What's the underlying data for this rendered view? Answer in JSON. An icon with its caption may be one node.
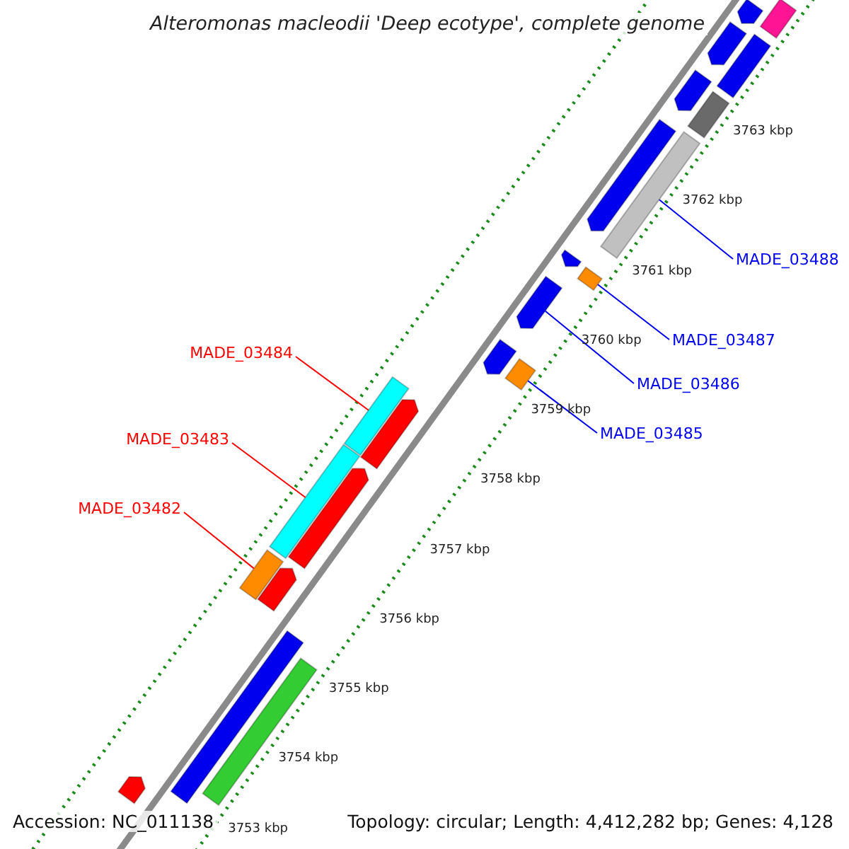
{
  "diagram": {
    "title": "Alteromonas macleodii 'Deep ecotype', complete genome",
    "nodes": [
      {
        "text": [
          "MADE_03488"
        ]
      },
      {
        "text": [
          "MADE_03487"
        ]
      },
      {
        "text": [
          "MADE_03484"
        ]
      },
      {
        "text": [
          "MADE_03486"
        ]
      },
      {
        "text": [
          "MADE_03485"
        ]
      },
      {
        "text": [
          "MADE_03483"
        ]
      },
      {
        "text": [
          "MADE_03482"
        ]
      },
      {
        "text": [],
        "shape": "bar"
      },
      {
        "text": [],
        "shape": "bar"
      },
      {
        "text": [],
        "shape": "bar"
      },
      {
        "text": [],
        "shape": "bar"
      },
      {
        "text": [],
        "shape": "bar"
      },
      {
        "text": [],
        "shape": "bar"
      },
      {
        "text": [],
        "shape": "bar"
      },
      {
        "text": [],
        "shape": "bar"
      },
      {
        "text": [],
        "shape": "bar"
      },
      {
        "text": [],
        "shape": "bar"
      },
      {
        "text": [],
        "shape": "bar"
      },
      {
        "text": [],
        "shape": "bar"
      },
      {
        "text": [],
        "shape": "bar"
      },
      {
        "text": [],
        "shape": "bar"
      },
      {
        "text": [],
        "shape": "bar"
      },
      {
        "text": [],
        "shape": "bar"
      },
      {
        "text": [],
        "shape": "bar"
      },
      {
        "text": [],
        "shape": "bar"
      },
      {
        "text": [],
        "shape": "bar"
      },
      {
        "text": [],
        "shape": "bar"
      },
      {
        "text": [],
        "shape": "bar"
      },
      {
        "text": [],
        "shape": "bar"
      }
    ],
    "edges": [
      {
        "from": 0,
        "to": 7,
        "arrow": "none"
      },
      {
        "from": 1,
        "to": 8,
        "arrow": "none"
      },
      {
        "from": 2,
        "to": 9,
        "arrow": "none",
        "color": "#ff0000"
      },
      {
        "from": 3,
        "to": 10,
        "arrow": "none"
      },
      {
        "from": 4,
        "to": 11,
        "arrow": "none"
      },
      {
        "from": 5,
        "to": 12,
        "arrow": "none",
        "color": "#ff0000"
      },
      {
        "from": 6,
        "to": 13,
        "arrow": "none",
        "color": "#ff0000"
      }
    ],
    "labels": [
      "3763 kbp",
      "3762 kbp",
      "3761 kbp",
      "3760 kbp",
      "3759 kbp",
      "3758 kbp",
      "3757 kbp",
      "3756 kbp",
      "3755 kbp",
      "3754 kbp",
      "3753 kbp",
      "Accession: NC_011138",
      "Topology: circular; Length: 4,412,282 bp; Genes: 4,128"
    ]
  }
}
